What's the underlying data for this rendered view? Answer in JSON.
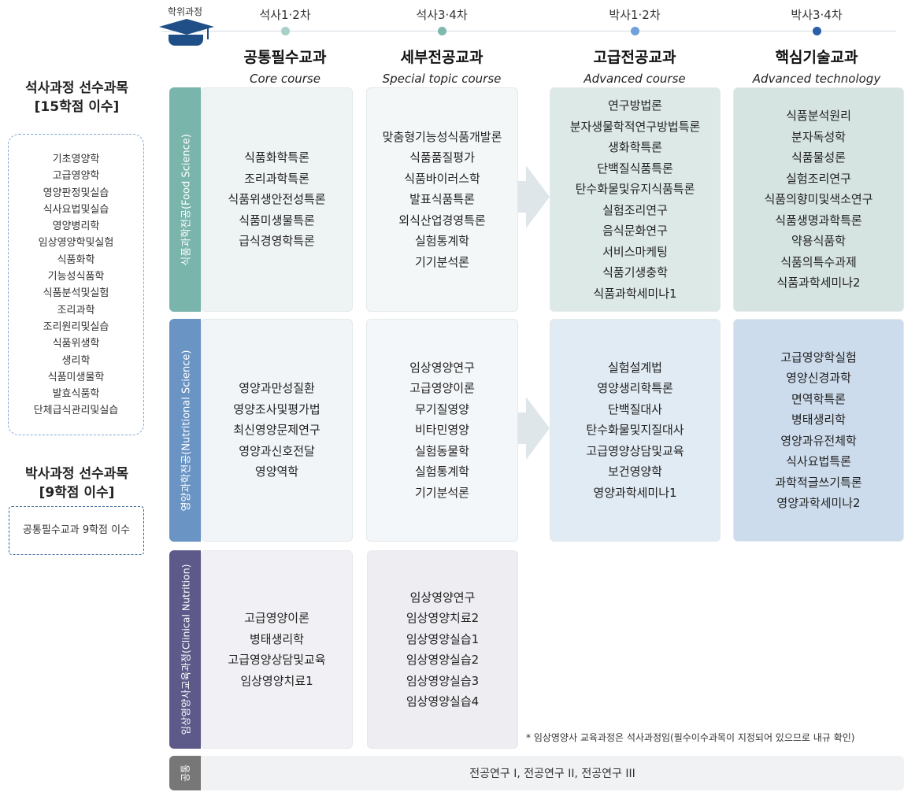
{
  "timeline": {
    "cap_label": "학위과정",
    "stages": [
      "석사1·2차",
      "석사3·4차",
      "박사1·2차",
      "박사3·4차"
    ],
    "dot_colors": [
      "#a8cfc8",
      "#7fb8ae",
      "#6fa0da",
      "#2a5fa8"
    ]
  },
  "columns": [
    {
      "ko": "공통필수교과",
      "en": "Core course"
    },
    {
      "ko": "세부전공교과",
      "en": "Special topic course"
    },
    {
      "ko": "고급전공교과",
      "en": "Advanced course"
    },
    {
      "ko": "핵심기술교과",
      "en": "Advanced technology"
    }
  ],
  "prereq": {
    "masters_title_1": "석사과정 선수과목",
    "masters_title_2": "[15학점 이수]",
    "masters_items": [
      "기초영양학",
      "고급영양학",
      "영양판정및실습",
      "식사요법및실습",
      "영양병리학",
      "임상영양학및실험",
      "식품화학",
      "기능성식품학",
      "식품분석및실험",
      "조리과학",
      "조리원리및실습",
      "식품위생학",
      "생리학",
      "식품미생물학",
      "발효식품학",
      "단체급식관리및실습"
    ],
    "phd_title_1": "박사과정 선수과목",
    "phd_title_2": "[9학점 이수]",
    "phd_item": "공통필수교과 9학점 이수"
  },
  "tracks": {
    "food": {
      "label": "식품과학전공(Food  Science)",
      "color": "#7ab5ac",
      "core": [
        "식품화학특론",
        "조리과학특론",
        "식품위생안전성특론",
        "식품미생물특론",
        "급식경영학특론"
      ],
      "special": [
        "맞춤형기능성식품개발론",
        "식품품질평가",
        "식품바이러스학",
        "발표식품특론",
        "외식산업경영특론",
        "실험통계학",
        "기기분석론"
      ],
      "advanced": [
        "연구방법론",
        "분자생물학적연구방법특론",
        "생화학특론",
        "단백질식품특론",
        "탄수화물및유지식품특론",
        "실험조리연구",
        "음식문화연구",
        "서비스마케팅",
        "식품기생충학",
        "식품과학세미나1"
      ],
      "technology": [
        "식품분석원리",
        "분자독성학",
        "식품물성론",
        "실험조리연구",
        "식품의향미및색소연구",
        "식품생명과학특론",
        "약용식품학",
        "식품의특수과제",
        "식품과학세미나2"
      ]
    },
    "nutrition": {
      "label": "영양과학전공(Nutritional  Science)",
      "color": "#6a94c4",
      "core": [
        "영양과만성질환",
        "영양조사및평가법",
        "최신영양문제연구",
        "영양과신호전달",
        "영양역학"
      ],
      "special": [
        "임상영양연구",
        "고급영양이론",
        "무기질영양",
        "비타민영양",
        "실험동물학",
        "실험통계학",
        "기기분석론"
      ],
      "advanced": [
        "실험설계법",
        "영양생리학특론",
        "단백질대사",
        "탄수화물및지질대사",
        "고급영양상담및교육",
        "보건영양학",
        "영양과학세미나1"
      ],
      "technology": [
        "고급영양학실험",
        "영양신경과학",
        "면역학특론",
        "병태생리학",
        "영양과유전체학",
        "식사요법특론",
        "과학적글쓰기특론",
        "영양과학세미나2"
      ]
    },
    "clinical": {
      "label": "임상영양사교육과정(Clinical  Nutrition)",
      "color": "#5d5a8a",
      "core": [
        "고급영양이론",
        "병태생리학",
        "고급영양상담및교육",
        "임상영양치료1"
      ],
      "special": [
        "임상영양연구",
        "임상영양치료2",
        "임상영양실습1",
        "임상영양실습2",
        "임상영양실습3",
        "임상영양실습4"
      ]
    },
    "common": {
      "label": "공통",
      "color": "#777777",
      "content": "전공연구 I, 전공연구 II, 전공연구 III"
    }
  },
  "note": "* 임상영양사 교육과정은 석사과정임(필수이수과목이 지정되어 있으므로 내규 확인)"
}
